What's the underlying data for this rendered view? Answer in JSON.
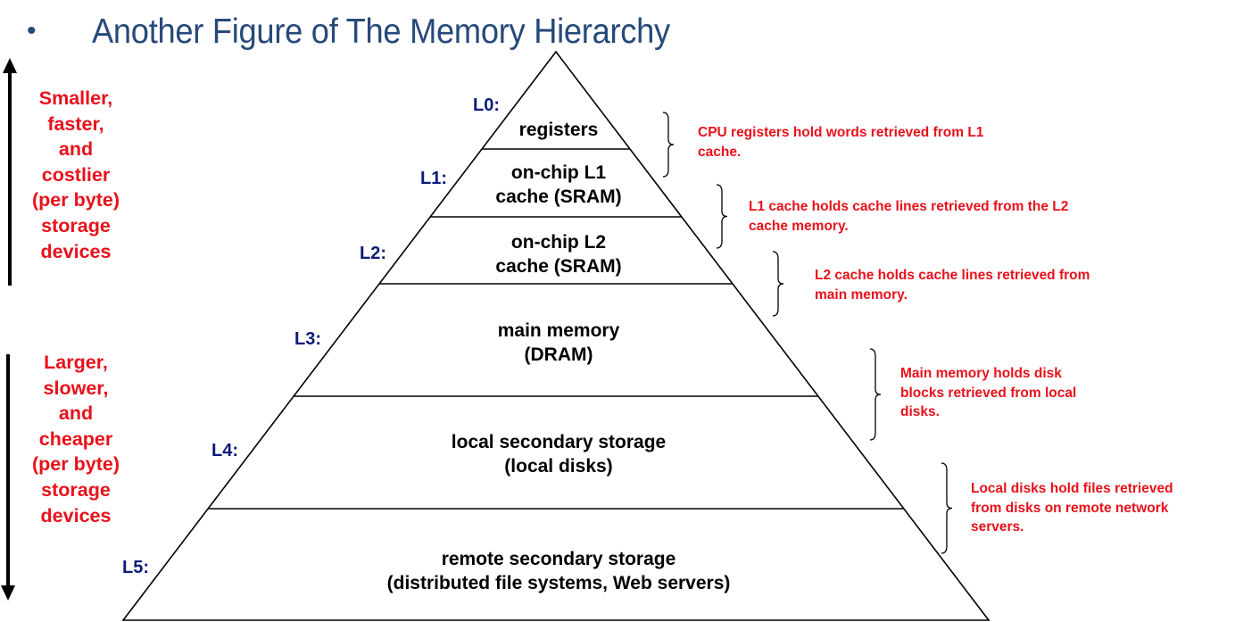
{
  "slide": {
    "bullet": "•",
    "title": "Another Figure of The Memory Hierarchy"
  },
  "colors": {
    "title": "#27497a",
    "emphasis_red": "#e8101a",
    "level_label": "#0b1a7a",
    "line": "#000000"
  },
  "side_labels": {
    "top": {
      "lines": [
        "Smaller,",
        "faster,",
        "and",
        "costlier",
        "(per byte)",
        "storage",
        "devices"
      ],
      "arrow_direction": "up"
    },
    "bottom": {
      "lines": [
        "Larger,",
        "slower,",
        "and",
        "cheaper",
        "(per byte)",
        "storage",
        "devices"
      ],
      "arrow_direction": "down"
    }
  },
  "levels": [
    {
      "id": "L0:",
      "lines": [
        "registers"
      ],
      "note": [
        "CPU registers hold words retrieved from L1",
        "cache."
      ]
    },
    {
      "id": "L1:",
      "lines": [
        "on-chip L1",
        "cache (SRAM)"
      ],
      "note": [
        "L1 cache holds cache lines retrieved from the L2",
        "cache memory."
      ]
    },
    {
      "id": "L2:",
      "lines": [
        "on-chip L2",
        "cache (SRAM)"
      ],
      "note": [
        "L2 cache holds cache lines retrieved from",
        "main memory."
      ]
    },
    {
      "id": "L3:",
      "lines": [
        "main memory",
        "(DRAM)"
      ],
      "note": [
        "Main memory holds disk",
        "blocks retrieved from local",
        "disks."
      ]
    },
    {
      "id": "L4:",
      "lines": [
        "local secondary storage",
        "(local disks)"
      ],
      "note": [
        "Local disks hold files retrieved",
        "from disks on remote network",
        "servers."
      ]
    },
    {
      "id": "L5:",
      "lines": [
        "remote secondary storage",
        "(distributed file systems, Web servers)"
      ]
    }
  ]
}
